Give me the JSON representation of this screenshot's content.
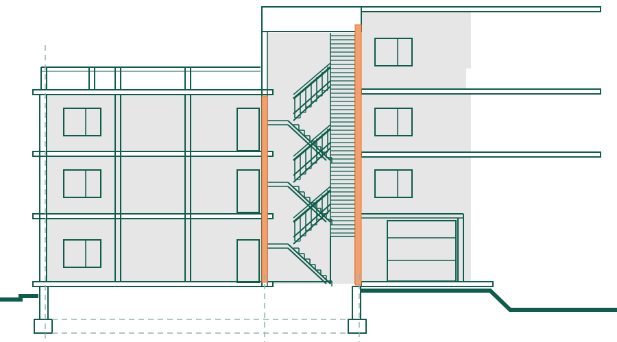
{
  "drawing": {
    "kind": "building-section-elevation",
    "colors": {
      "line": "#0e5c4b",
      "fill": "#e6e6e6",
      "accent": "#f4a06c",
      "accent_stroke": "#e8763a",
      "ground": "#0e5c4b",
      "dashed": "#8fb5ac",
      "background": "#ffffff"
    },
    "left_block": {
      "floors": 3,
      "bays": 3,
      "windows_per_floor": 1,
      "doors_per_floor": 1
    },
    "stair_core": {
      "flights_visible": 3,
      "railing_style": "balustrade",
      "ladder_style": "ship-ladder"
    },
    "right_block": {
      "floors": 4,
      "windows": 3,
      "garage_door": true
    },
    "foundation": {
      "style": "dashed-grade-beam"
    }
  }
}
